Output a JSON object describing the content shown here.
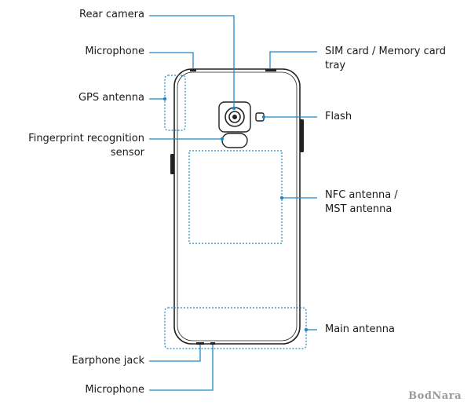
{
  "labels": {
    "rear_camera": "Rear camera",
    "microphone_top": "Microphone",
    "gps_antenna": "GPS antenna",
    "fingerprint_line1": "Fingerprint recognition",
    "fingerprint_line2": "sensor",
    "sim_line1": "SIM card / Memory card",
    "sim_line2": "tray",
    "flash": "Flash",
    "nfc_line1": "NFC antenna /",
    "nfc_line2": "MST antenna",
    "main_antenna": "Main antenna",
    "earphone_jack": "Earphone jack",
    "microphone_bottom": "Microphone"
  },
  "watermark": "BodNara",
  "colors": {
    "leader_line": "#1e88c8",
    "outline": "#222222",
    "text": "#1a1a1a"
  }
}
